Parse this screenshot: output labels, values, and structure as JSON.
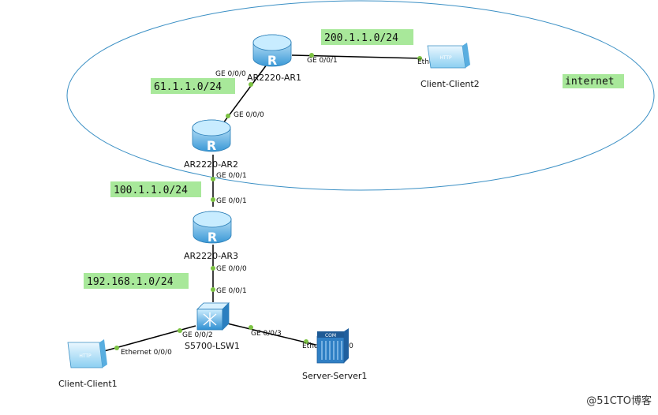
{
  "colors": {
    "ellipse": "#3a8fc4",
    "link": "#000000",
    "port_dot": "#7cc242",
    "label_bg": "#a8e89a",
    "router_light": "#bfe9ff",
    "router_dark": "#3a98d6"
  },
  "diagram": {
    "region_label": "internet",
    "networks": {
      "n200": "200.1.1.0/24",
      "n61": "61.1.1.0/24",
      "n100": "100.1.1.0/24",
      "n192": "192.168.1.0/24"
    },
    "devices": {
      "ar1": {
        "label": "AR2220-AR1",
        "icon": "router-icon",
        "glyph": "R"
      },
      "ar2": {
        "label": "AR2220-AR2",
        "icon": "router-icon",
        "glyph": "R"
      },
      "ar3": {
        "label": "AR2220-AR3",
        "icon": "router-icon",
        "glyph": "R"
      },
      "lsw1": {
        "label": "S5700-LSW1",
        "icon": "switch-icon"
      },
      "client1": {
        "label": "Client-Client1",
        "icon": "client-icon",
        "glyph": "HTTP"
      },
      "client2": {
        "label": "Client-Client2",
        "icon": "client-icon",
        "glyph": "HTTP"
      },
      "server1": {
        "label": "Server-Server1",
        "icon": "server-icon",
        "glyph": "COM"
      }
    },
    "ports": {
      "ar1_g000": "GE 0/0/0",
      "ar1_g001": "GE 0/0/1",
      "client2_eth": "Ethernet 0/0/0",
      "ar2_g000": "GE 0/0/0",
      "ar2_g001": "GE 0/0/1",
      "ar3_g001": "GE 0/0/1",
      "ar3_g000": "GE 0/0/0",
      "lsw1_g001": "GE 0/0/1",
      "lsw1_g002": "GE 0/0/2",
      "lsw1_g003": "GE 0/0/3",
      "client1_eth": "Ethernet 0/0/0",
      "server1_eth": "Ethernet 0/0/0"
    },
    "watermark": "@51CTO博客"
  }
}
